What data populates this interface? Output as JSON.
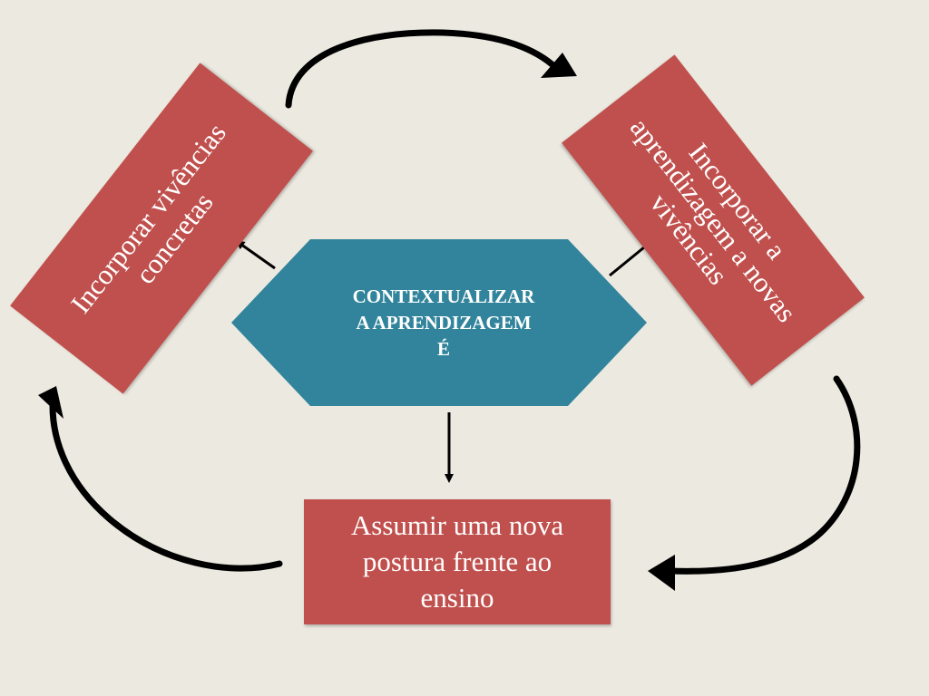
{
  "center": {
    "lines": [
      "CONTEXTUALIZAR",
      "A APRENDIZAGEM",
      "É"
    ],
    "color": "#31849b"
  },
  "left_box": {
    "lines": [
      "Incorporar vivências",
      "concretas"
    ],
    "color": "#c0504d"
  },
  "right_box": {
    "lines": [
      "Incorporar a",
      "aprendizagem a novas",
      "vivências"
    ],
    "color": "#c0504d"
  },
  "bottom_box": {
    "lines": [
      "Assumir uma nova",
      "postura frente ao",
      "ensino"
    ],
    "color": "#c0504d"
  },
  "background": "#ece9e0",
  "arrow_color": "#000000"
}
